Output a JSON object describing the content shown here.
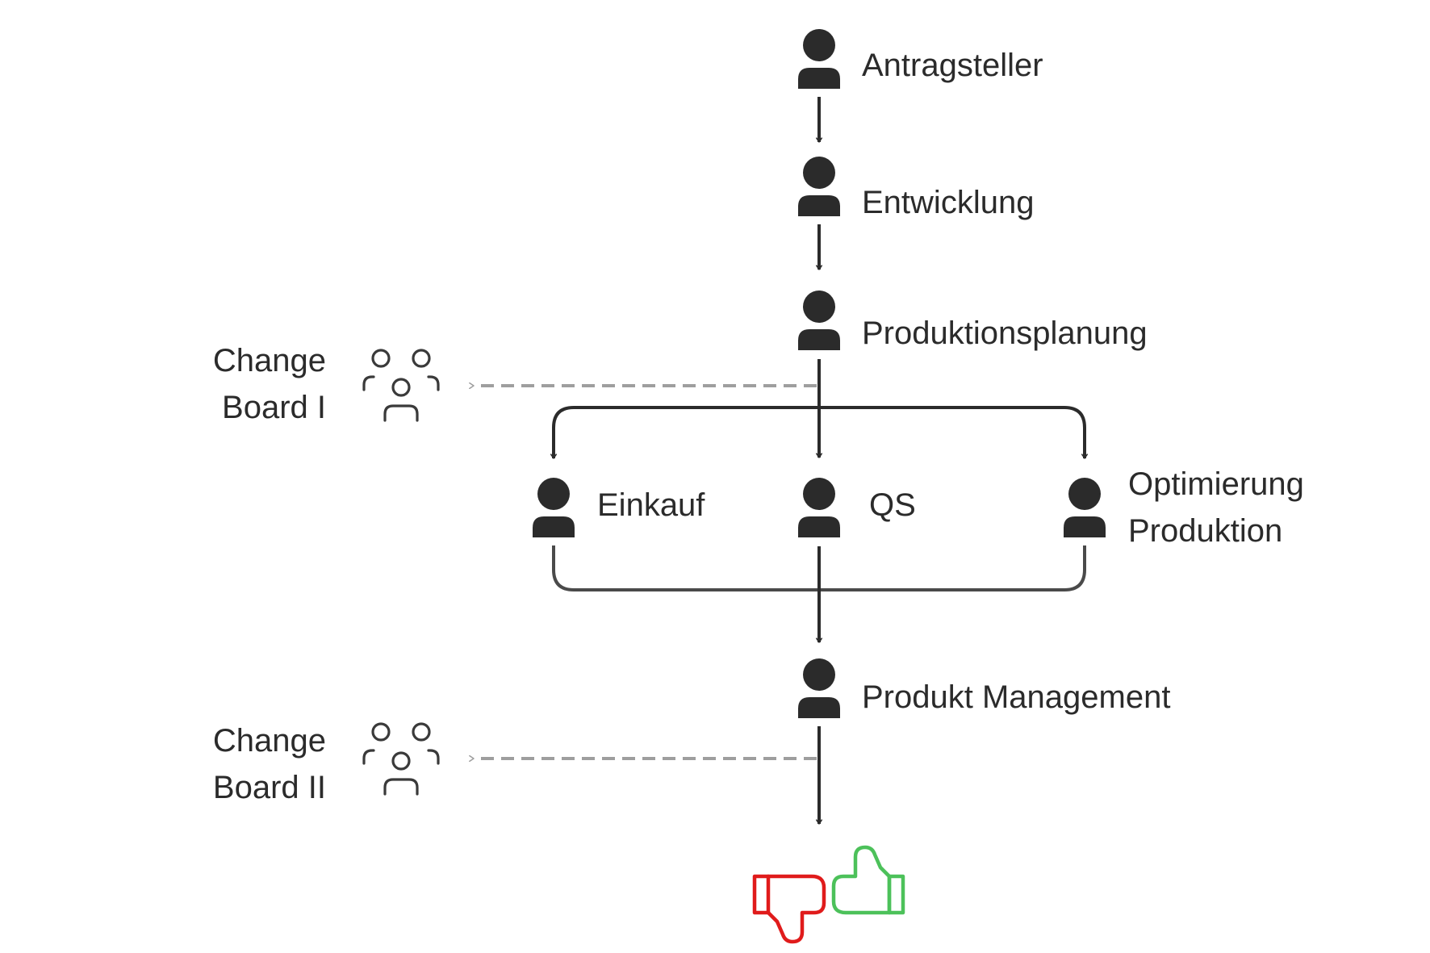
{
  "nodes": {
    "antragsteller": "Antragsteller",
    "entwicklung": "Entwicklung",
    "produktionsplanung": "Produktionsplanung",
    "einkauf": "Einkauf",
    "qs": "QS",
    "optimierung_line1": "Optimierung",
    "optimierung_line2": "Produktion",
    "produkt_management": "Produkt Management"
  },
  "boards": {
    "board1_line1": "Change",
    "board1_line2": "Board I",
    "board2_line1": "Change",
    "board2_line2": "Board II"
  },
  "icons": {
    "person": "person-icon",
    "group": "group-icon",
    "thumbs_down": "thumbs-down-icon",
    "thumbs_up": "thumbs-up-icon"
  },
  "colors": {
    "dark": "#2b2b2b",
    "dashed": "#9e9e9e",
    "reject": "#e01b1b",
    "approve": "#4cc15a"
  }
}
